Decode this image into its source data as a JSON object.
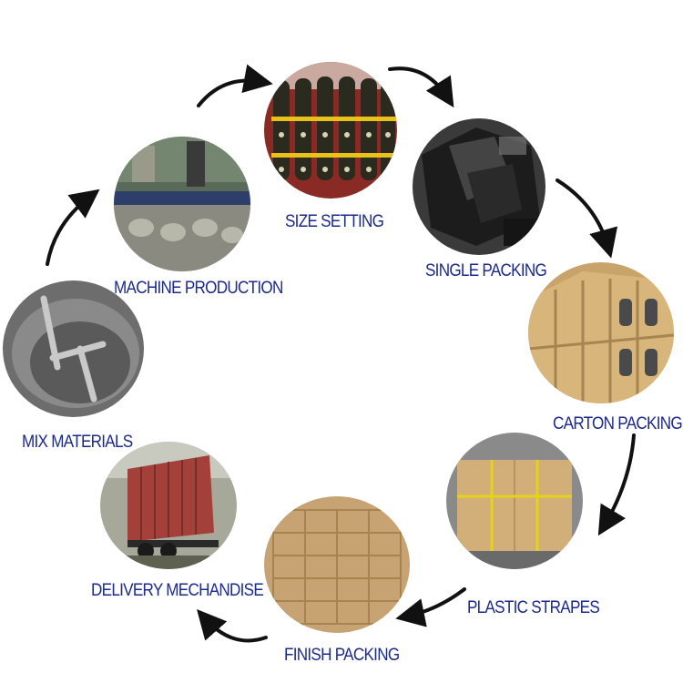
{
  "steps": [
    {
      "id": "size-setting",
      "label": "SIZE SETTING"
    },
    {
      "id": "single-packing",
      "label": "SINGLE PACKING"
    },
    {
      "id": "carton-packing",
      "label": "CARTON PACKING"
    },
    {
      "id": "plastic-strapes",
      "label": "PLASTIC STRAPES"
    },
    {
      "id": "finish-packing",
      "label": "FINISH PACKING"
    },
    {
      "id": "delivery-mechandise",
      "label": "DELIVERY MECHANDISE"
    },
    {
      "id": "mix-materials",
      "label": "MIX  MATERIALS"
    },
    {
      "id": "machine-production",
      "label": "MACHINE PRODUCTION"
    }
  ],
  "colors": {
    "label": "#1c2a8c",
    "arrow": "#111111"
  }
}
